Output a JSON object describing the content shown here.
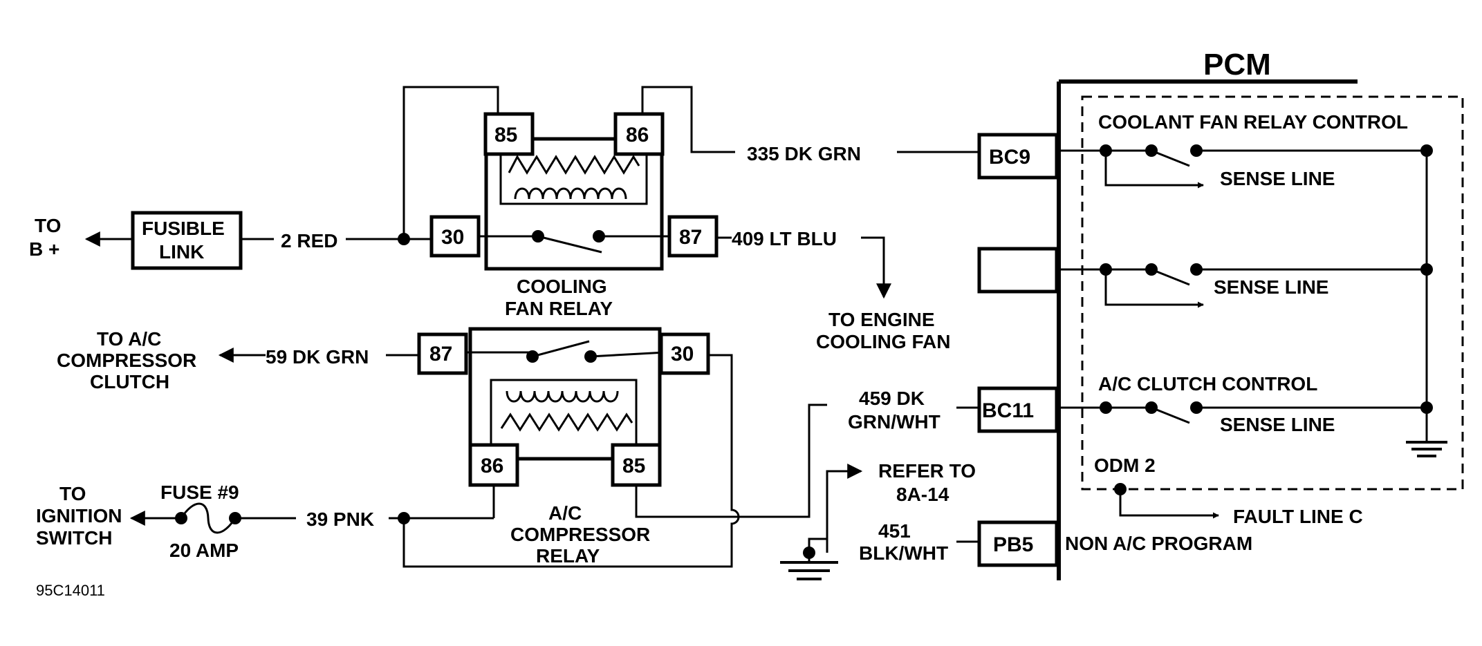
{
  "pcm": {
    "title": "PCM",
    "coolant_fan_relay_control": "COOLANT FAN RELAY CONTROL",
    "ac_clutch_control": "A/C CLUTCH CONTROL",
    "odm": "ODM 2",
    "fault_line": "FAULT LINE C",
    "non_ac_program": "NON A/C PROGRAM",
    "sense_line_1": "SENSE LINE",
    "sense_line_2": "SENSE LINE",
    "sense_line_3": "SENSE LINE"
  },
  "connectors": {
    "bc9": "BC9",
    "bc11": "BC11",
    "pb5": "PB5"
  },
  "cooling_fan_relay": {
    "label_line1": "COOLING",
    "label_line2": "FAN RELAY",
    "pin_85": "85",
    "pin_86": "86",
    "pin_30": "30",
    "pin_87": "87"
  },
  "ac_compressor_relay": {
    "label_line1": "A/C",
    "label_line2": "COMPRESSOR",
    "label_line3": "RELAY",
    "pin_87": "87",
    "pin_30": "30",
    "pin_86": "86",
    "pin_85": "85"
  },
  "fusible_link": {
    "line1": "FUSIBLE",
    "line2": "LINK"
  },
  "fuse": {
    "name": "FUSE  #9",
    "rating": "20 AMP"
  },
  "wires": {
    "w335": "335 DK GRN",
    "w2": "2 RED",
    "w409": "409 LT BLU",
    "w59": "59 DK GRN",
    "w459_line1": "459 DK",
    "w459_line2": "GRN/WHT",
    "w39": "39 PNK",
    "w451_line1": "451",
    "w451_line2": "BLK/WHT"
  },
  "destinations": {
    "to_b_line1": "TO",
    "to_b_line2": "B +",
    "engine_fan_line1": "TO ENGINE",
    "engine_fan_line2": "COOLING FAN",
    "ac_clutch_line1": "TO A/C",
    "ac_clutch_line2": "COMPRESSOR",
    "ac_clutch_line3": "CLUTCH",
    "ignition_line1": "TO",
    "ignition_line2": "IGNITION",
    "ignition_line3": "SWITCH",
    "refer_line1": "REFER TO",
    "refer_line2": "8A-14"
  },
  "figure_code": "95C14011"
}
